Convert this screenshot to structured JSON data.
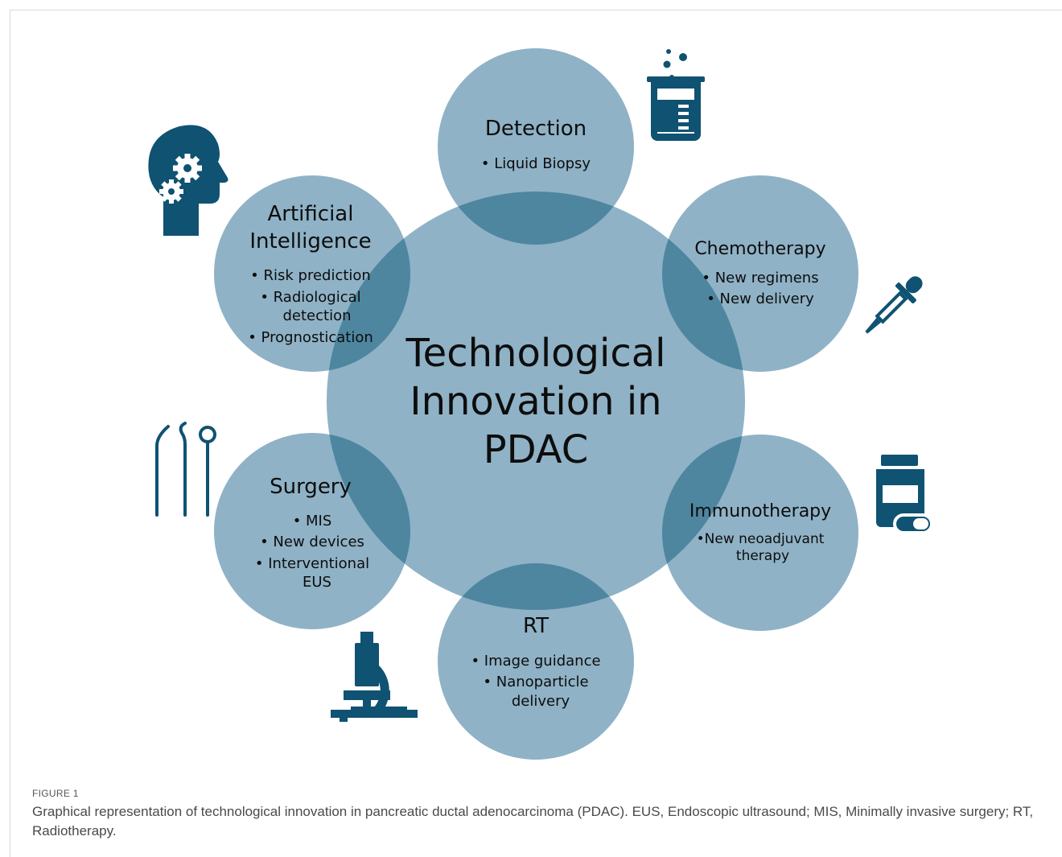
{
  "colors": {
    "circle_fill": "#8fb2c6",
    "overlap_fill": "#4e86a0",
    "icon_color": "#0f5272",
    "text_color": "#0d0d0d"
  },
  "center": {
    "lines": [
      "Technological",
      "Innovation in",
      "PDAC"
    ]
  },
  "nodes": [
    {
      "id": "detection",
      "title_lines": [
        "Detection"
      ],
      "bullets": [
        "• Liquid Biopsy"
      ],
      "icon": "beaker-icon"
    },
    {
      "id": "chemotherapy",
      "title_lines": [
        "Chemotherapy"
      ],
      "bullets": [
        "• New regimens",
        "• New delivery"
      ],
      "icon": "dropper-icon"
    },
    {
      "id": "immunotherapy",
      "title_lines": [
        "Immunotherapy"
      ],
      "bullets": [
        "•New neoadjuvant",
        "therapy"
      ],
      "icon": "pill-bottle-icon"
    },
    {
      "id": "rt",
      "title_lines": [
        "RT"
      ],
      "bullets": [
        "• Image guidance",
        "• Nanoparticle",
        "delivery"
      ],
      "icon": "microscope-icon"
    },
    {
      "id": "surgery",
      "title_lines": [
        "Surgery"
      ],
      "bullets": [
        "• MIS",
        "• New devices",
        "• Interventional",
        "EUS"
      ],
      "icon": "dental-tools-icon"
    },
    {
      "id": "ai",
      "title_lines": [
        "Artificial",
        "Intelligence"
      ],
      "bullets": [
        "• Risk prediction",
        "• Radiological",
        "detection",
        "• Prognostication"
      ],
      "icon": "brain-gears-icon"
    }
  ],
  "caption": {
    "label": "FIGURE 1",
    "text": "Graphical representation of technological innovation in pancreatic ductal adenocarcinoma (PDAC). EUS, Endoscopic ultrasound; MIS, Minimally invasive surgery; RT, Radiotherapy."
  }
}
